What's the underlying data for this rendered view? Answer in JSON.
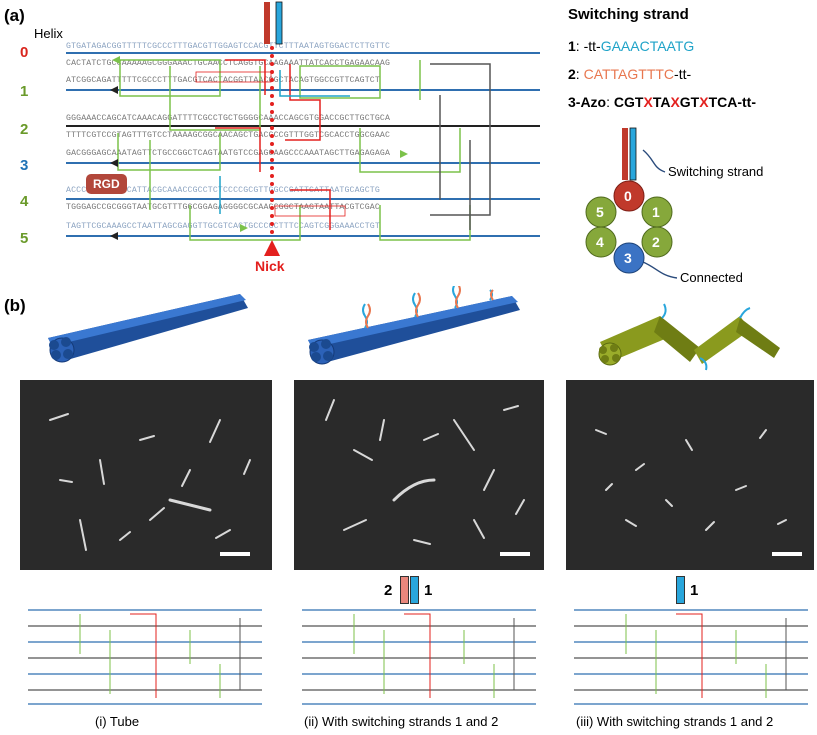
{
  "panel_a_label": "(a)",
  "panel_b_label": "(b)",
  "helix_header": "Helix",
  "helices": [
    {
      "num": "0",
      "color": "#d9251d"
    },
    {
      "num": "1",
      "color": "#6a9a2a"
    },
    {
      "num": "2",
      "color": "#6a9a2a"
    },
    {
      "num": "3",
      "color": "#1f73b7"
    },
    {
      "num": "4",
      "color": "#6a9a2a"
    },
    {
      "num": "5",
      "color": "#6a9a2a"
    }
  ],
  "sequences": [
    "GTGATAGACGGTTTTTCGCCCTTTGACGTTGGAGTCCACGTTCTTTAATAGTGGACTCTTGTTC",
    "CACTATCTGCCAAAAAGCGGGAAACTGCAACCTCAGGTGCAAGAAATTATCACCTGAGAACAAG",
    "ATCGGCAGATTTTTCGCCCTTTGACGTCACTACGGTTAACCGCTACAGTGGCCGTTCAGTCT",
    "GGGAAACCAGCATCAAACAGGATTTTCGCCTGCTGGGGCAAACCAGCGTGGACCGCTTGCTGCA",
    "TTTTCGTCCGTAGTTTGTCCTAAAAGCGGCAACAGCTGACCCCGTTTGGTCGCACCTGGCGAAC",
    "GACGGGAGCAAATAGTTCTGCCGGCTCAGTAATGTCCGAGCAAGCCCAAATAGCTTGAGAGAGA",
    "ACCCTCGGCGCCCATTACGCAAACCGCCTCTCCCCGCGTTGGCCGATTCATTAATGCAGCTG",
    "TGGGAGCCGCGGGTAATGCGTTTGGCGGAGAGGGGCGCAACCGGCTAAGTAATTACGTCGAC",
    "TAGTTCGCAAAGCCTAATTAGCGAGGTTGCGTCACTGCCCGCTTTCCAGTCGGGAAACCTGT"
  ],
  "nick_label": "Nick",
  "rgd_label": "RGD",
  "switching": {
    "title": "Switching strand",
    "s1_num": "1",
    "s1_prefix": ": -tt-",
    "s1_seq": "GAAACTAATG",
    "s2_num": "2",
    "s2_sep": ": ",
    "s2_seq": "CATTAGTTTC",
    "s2_suffix": "-tt-",
    "s3_label": "3-Azo",
    "s3_sep": ": ",
    "s3_parts": [
      "CGT",
      "X",
      "TA",
      "X",
      "GT",
      "X",
      "TCA",
      "-tt-"
    ],
    "colors": {
      "cyan": "#1fa3c8",
      "orange": "#e8774f",
      "red": "#e3201e"
    }
  },
  "cross_section": {
    "nodes": [
      "0",
      "1",
      "2",
      "3",
      "4",
      "5"
    ],
    "switch_label": "Switching strand",
    "connected_label": "Connected",
    "colors": {
      "red": "#c0392b",
      "green": "#86a83b",
      "blue": "#3b73c4"
    }
  },
  "captions": [
    "(i) Tube",
    "(ii) With switching strands 1 and 2",
    "(iii) With switching strands 1 and 2"
  ],
  "bottom_labels": {
    "ii_a": "2",
    "ii_b": "1",
    "iii": "1"
  }
}
